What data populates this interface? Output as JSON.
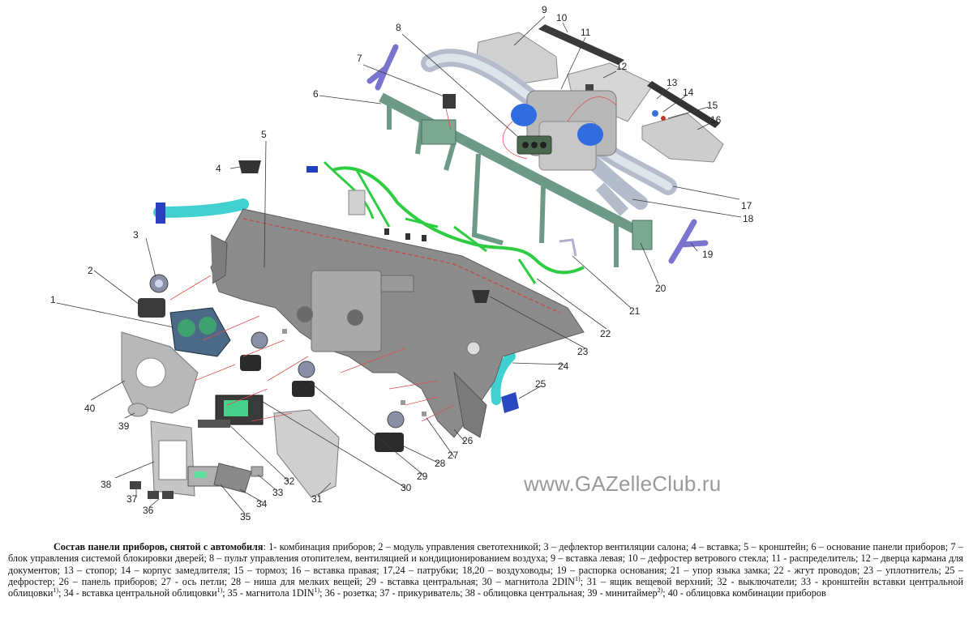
{
  "watermark": "www.GAZelleClub.ru",
  "callouts": [
    "1",
    "2",
    "3",
    "4",
    "5",
    "6",
    "7",
    "8",
    "9",
    "10",
    "11",
    "12",
    "13",
    "14",
    "15",
    "16",
    "17",
    "18",
    "19",
    "20",
    "21",
    "22",
    "23",
    "24",
    "25",
    "26",
    "27",
    "28",
    "29",
    "30",
    "31",
    "32",
    "33",
    "34",
    "35",
    "36",
    "37",
    "38",
    "39",
    "40"
  ],
  "caption": {
    "title": "Состав панели приборов, снятой с автомобиля",
    "segments": [
      {
        "text": ": 1- комбинация приборов; 2 – модуль управления светотехникой; 3 – дефлектор вентиляции салона; 4 – вставка; 5 – кронштейн; 6 – основание панели приборов; 7 – блок управления системой блокировки дверей; 8 – пульт управления отопителем, вентиляцией и кондиционированием воздуха; 9 – вставка левая; 10 – дефростер ветрового стекла; 11 - распределитель; 12 – дверца кармана для документов; 13 – стопор; 14 – корпус замедлителя; 15 – тормоз; 16 – вставка правая; 17,24 – патрубки; 18,20 – воздуховоды; 19 – распорка основания; 21 – упор языка замка; 22 - жгут проводов; 23 – уплотнитель; 25 – дефростер; 26 – панель приборов; 27 - ось петли; 28 – ниша для мелких вещей; 29 - вставка центральная; 30 – магнитола 2DIN",
        "sup": "1)"
      },
      {
        "text": "; 31 – ящик вещевой верхний; 32 - выключатели; 33 - кронштейн вставки центральной облицовки",
        "sup": "1)"
      },
      {
        "text": "; 34 - вставка центральной облицовки",
        "sup": "1)"
      },
      {
        "text": "; 35 - магнитола 1DIN",
        "sup": "1)"
      },
      {
        "text": "; 36 - розетка; 37 - прикуриватель; 38 - облицовка центральная; 39 - минитаймер",
        "sup": "2)"
      },
      {
        "text": "; 40 - облицовка комбинации приборов",
        "sup": ""
      }
    ]
  }
}
